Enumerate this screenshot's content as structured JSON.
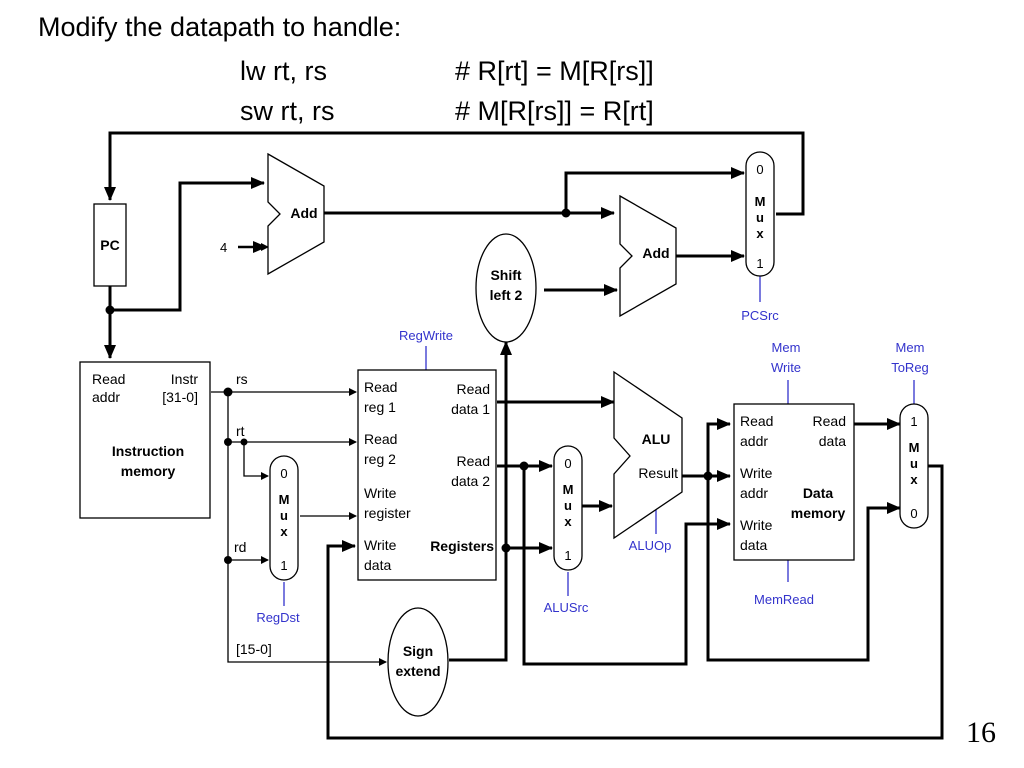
{
  "slide": {
    "title": "Modify the datapath to handle:",
    "instructions": [
      {
        "op": "lw rt, rs",
        "comment": "# R[rt] = M[R[rs]]"
      },
      {
        "op": "sw rt, rs",
        "comment": "# M[R[rs]] = R[rt]"
      }
    ],
    "page_number": "16"
  },
  "colors": {
    "wire": "#000000",
    "control": "#3333cc",
    "box_stroke": "#000000",
    "fill": "#ffffff"
  },
  "datapath": {
    "pc": {
      "label": "PC"
    },
    "add_pc": {
      "label": "Add",
      "const_input": "4"
    },
    "add_branch": {
      "label": "Add"
    },
    "shift_left": {
      "line1": "Shift",
      "line2": "left 2"
    },
    "sign_extend": {
      "line1": "Sign",
      "line2": "extend"
    },
    "mux_pc": {
      "in0": "0",
      "letters": [
        "M",
        "u",
        "x"
      ],
      "in1": "1",
      "control": "PCSrc"
    },
    "mux_regdst": {
      "in0": "0",
      "letters": [
        "M",
        "u",
        "x"
      ],
      "in1": "1",
      "control": "RegDst"
    },
    "mux_alusrc": {
      "in0": "0",
      "letters": [
        "M",
        "u",
        "x"
      ],
      "in1": "1",
      "control": "ALUSrc"
    },
    "mux_memtoreg": {
      "in0": "1",
      "letters": [
        "M",
        "u",
        "x"
      ],
      "in1": "0",
      "control_line1": "Mem",
      "control_line2": "ToReg"
    },
    "instruction_memory": {
      "read": "Read",
      "addr": "addr",
      "instr": "Instr",
      "bits": "[31-0]",
      "name_line1": "Instruction",
      "name_line2": "memory"
    },
    "fields": {
      "rs": "rs",
      "rt": "rt",
      "rd": "rd",
      "imm": "[15-0]"
    },
    "registers": {
      "read_reg1_a": "Read",
      "read_reg1_b": "reg 1",
      "read_reg2_a": "Read",
      "read_reg2_b": "reg 2",
      "write_reg_a": "Write",
      "write_reg_b": "register",
      "write_data_a": "Write",
      "write_data_b": "data",
      "read_data1_a": "Read",
      "read_data1_b": "data 1",
      "read_data2_a": "Read",
      "read_data2_b": "data 2",
      "name": "Registers",
      "control": "RegWrite"
    },
    "alu": {
      "label": "ALU",
      "result": "Result",
      "control": "ALUOp"
    },
    "data_memory": {
      "read_addr_a": "Read",
      "read_addr_b": "addr",
      "write_addr_a": "Write",
      "write_addr_b": "addr",
      "write_data_a": "Write",
      "write_data_b": "data",
      "read_data_a": "Read",
      "read_data_b": "data",
      "name_line1": "Data",
      "name_line2": "memory",
      "control_write_1": "Mem",
      "control_write_2": "Write",
      "control_read": "MemRead"
    }
  }
}
